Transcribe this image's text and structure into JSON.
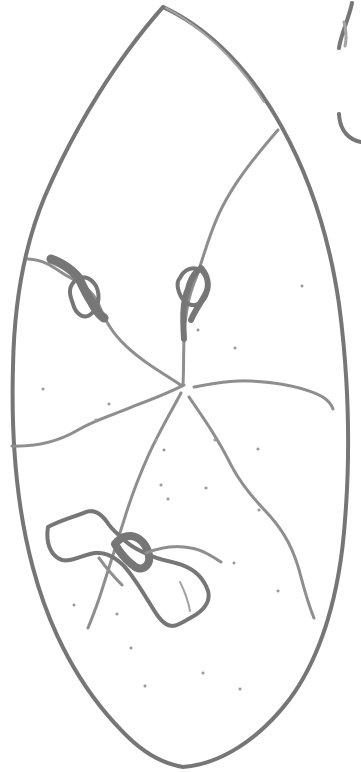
{
  "image": {
    "kind": "pencil-drawing",
    "background_color": "#ffffff",
    "stroke_color": "#8e8e8e",
    "elements": [
      "outer-lens-outline",
      "upper-right-partial-outline",
      "central-radiating-filaments",
      "thickened-knotted-segments",
      "looped-bottom-left-filament",
      "scattered-specks"
    ]
  }
}
